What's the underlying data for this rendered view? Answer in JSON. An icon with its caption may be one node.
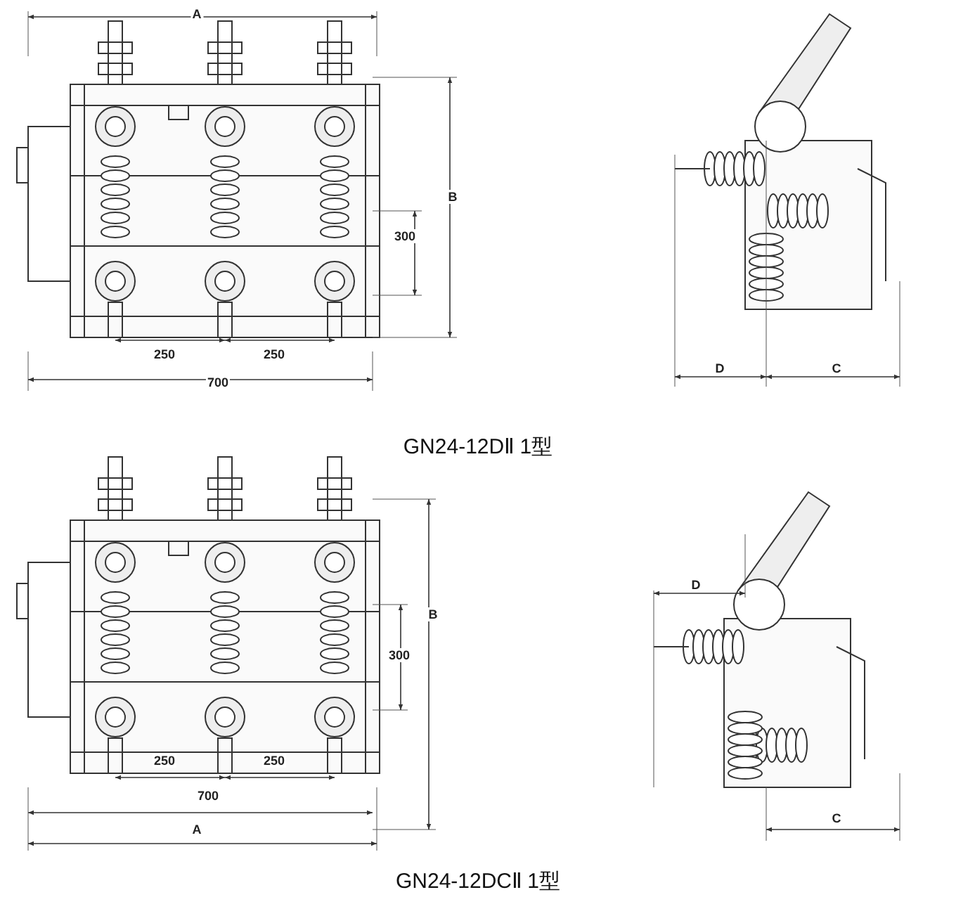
{
  "diagram": {
    "labels": [
      "A",
      "B",
      "300",
      "250",
      "250",
      "700",
      "D",
      "C",
      "GN24-12DⅡ  1型",
      "D",
      "B",
      "300",
      "250",
      "250",
      "700",
      "A",
      "C",
      "GN24-12DCⅡ  1型"
    ]
  }
}
